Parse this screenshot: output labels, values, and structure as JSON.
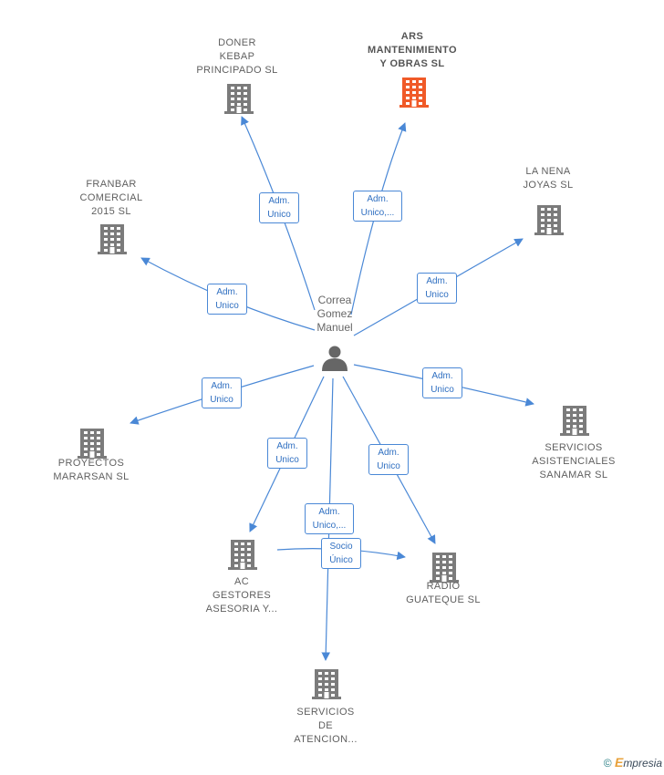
{
  "center": {
    "name": "Correa\nGomez\nManuel",
    "icon": "person-icon"
  },
  "colors": {
    "edge": "#4a88d6",
    "building": "#7b7b7b",
    "highlight": "#f05a28"
  },
  "companies": [
    {
      "id": "doner",
      "label": "DONER\nKEBAP\nPRINCIPADO SL",
      "highlight": false
    },
    {
      "id": "ars",
      "label": "ARS\nMANTENIMIENTO\nY OBRAS SL",
      "highlight": true
    },
    {
      "id": "franbar",
      "label": "FRANBAR\nCOMERCIAL\n2015 SL",
      "highlight": false
    },
    {
      "id": "lanena",
      "label": "LA NENA\nJOYAS SL",
      "highlight": false
    },
    {
      "id": "proyectos",
      "label": "PROYECTOS\nMARARSAN SL",
      "highlight": false
    },
    {
      "id": "servicios_asist",
      "label": "SERVICIOS\nASISTENCIALES\nSANAMAR SL",
      "highlight": false
    },
    {
      "id": "ac_gestores",
      "label": "AC\nGESTORES\nASESORIA Y...",
      "highlight": false
    },
    {
      "id": "radio",
      "label": "RADIO\nGUATEQUE SL",
      "highlight": false
    },
    {
      "id": "servicios_aten",
      "label": "SERVICIOS\nDE\nATENCION...",
      "highlight": false
    }
  ],
  "relations": [
    {
      "to": "doner",
      "label": "Adm.\nUnico"
    },
    {
      "to": "ars",
      "label": "Adm.\nUnico,..."
    },
    {
      "to": "franbar",
      "label": "Adm.\nUnico"
    },
    {
      "to": "lanena",
      "label": "Adm.\nUnico"
    },
    {
      "to": "proyectos",
      "label": "Adm.\nUnico"
    },
    {
      "to": "servicios_asist",
      "label": "Adm.\nUnico"
    },
    {
      "to": "ac_gestores",
      "label": "Adm.\nUnico"
    },
    {
      "to": "radio",
      "label": "Adm.\nUnico"
    },
    {
      "to": "servicios_aten",
      "label": "Adm.\nUnico,..."
    },
    {
      "from": "ac_gestores",
      "to": "radio",
      "label": "Socio\nÚnico"
    }
  ],
  "footer": {
    "copyright": "©",
    "brand_initial": "E",
    "brand_rest": "mpresia"
  }
}
